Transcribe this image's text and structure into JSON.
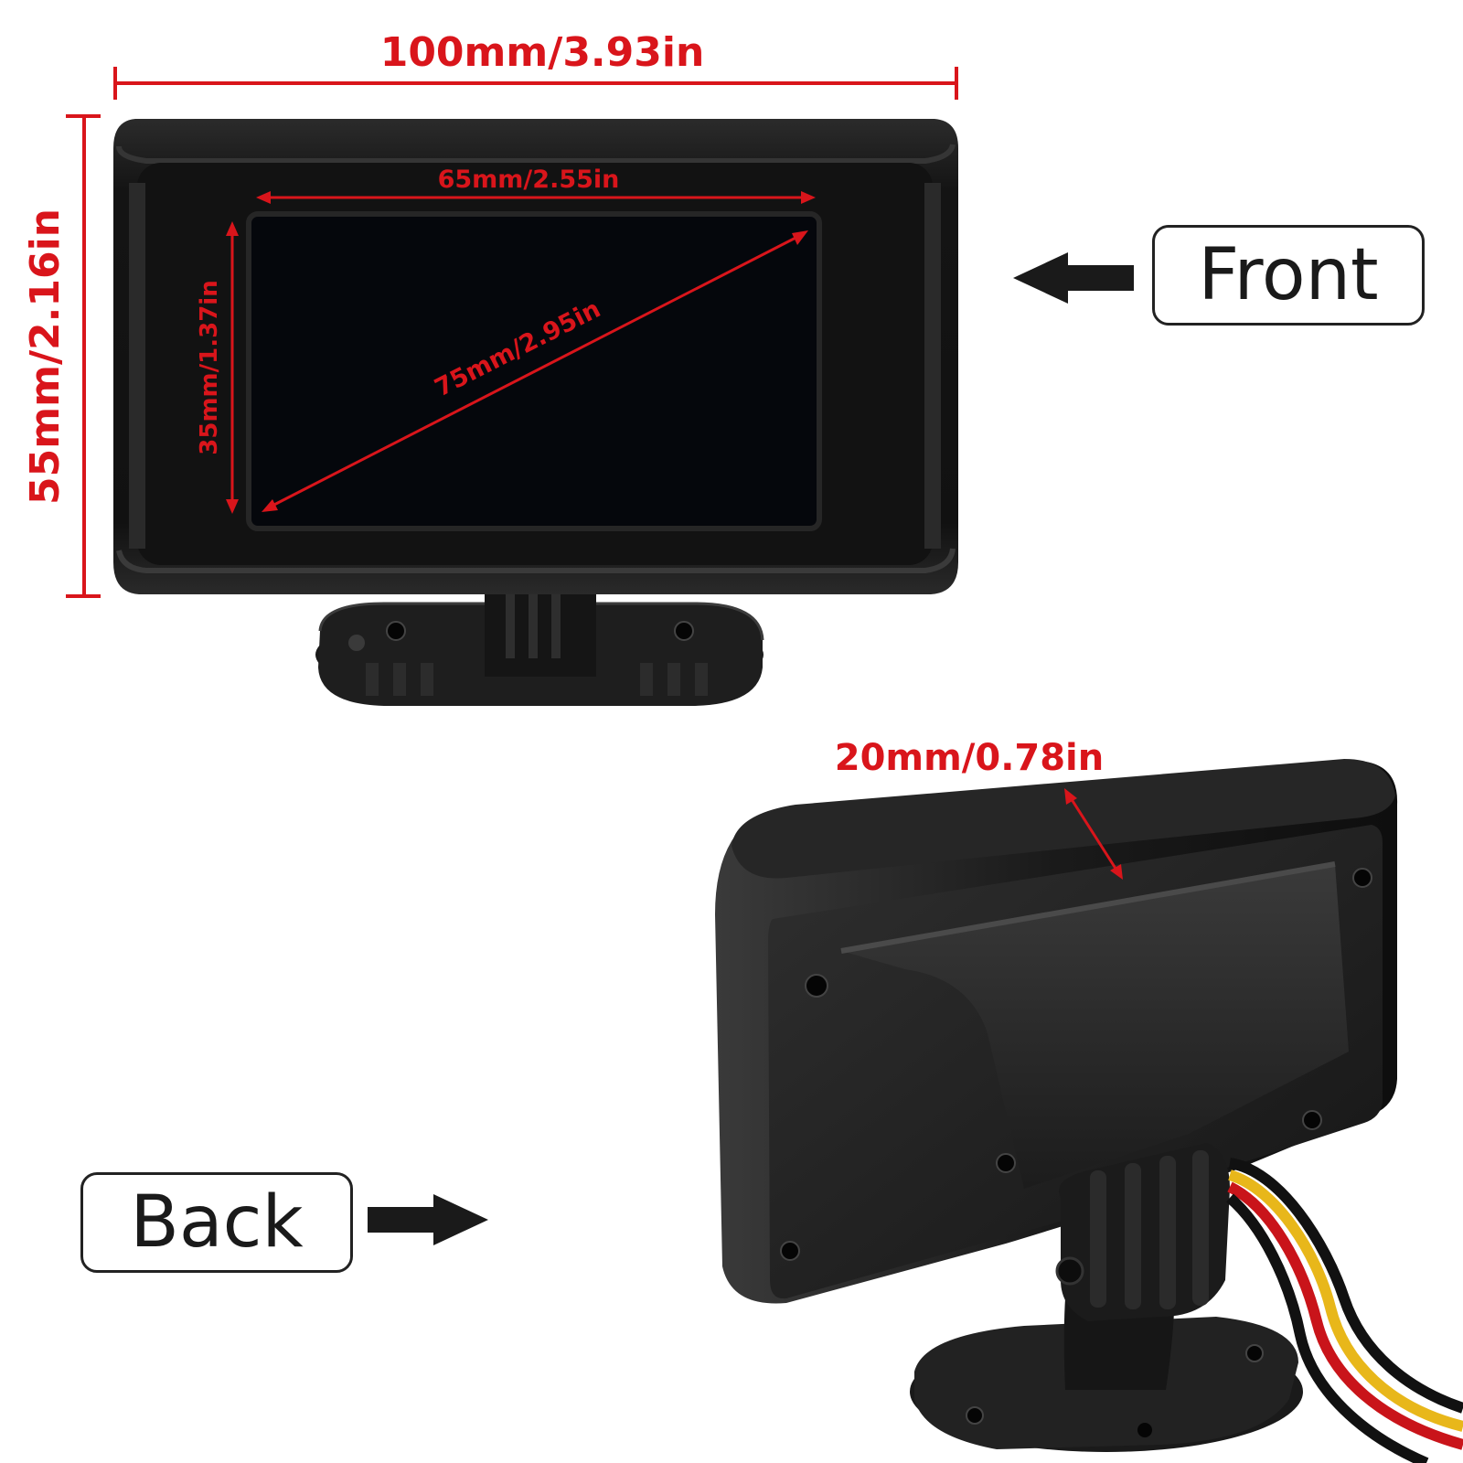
{
  "dimensions": {
    "overall_width": "100mm/3.93in",
    "overall_height": "55mm/2.16in",
    "screen_width": "65mm/2.55in",
    "screen_height": "35mm/1.37in",
    "screen_diagonal": "75mm/2.95in",
    "depth": "20mm/0.78in"
  },
  "labels": {
    "front": "Front",
    "back": "Back"
  },
  "colors": {
    "dimension_line": "#d9151b",
    "device_body": "#161616",
    "screen": "#05070c",
    "wire_red": "#c9141a",
    "wire_yellow": "#e8b71a",
    "wire_black": "#111111"
  },
  "icons": {
    "front_arrow": "arrow-left-icon",
    "back_arrow": "arrow-right-icon"
  }
}
